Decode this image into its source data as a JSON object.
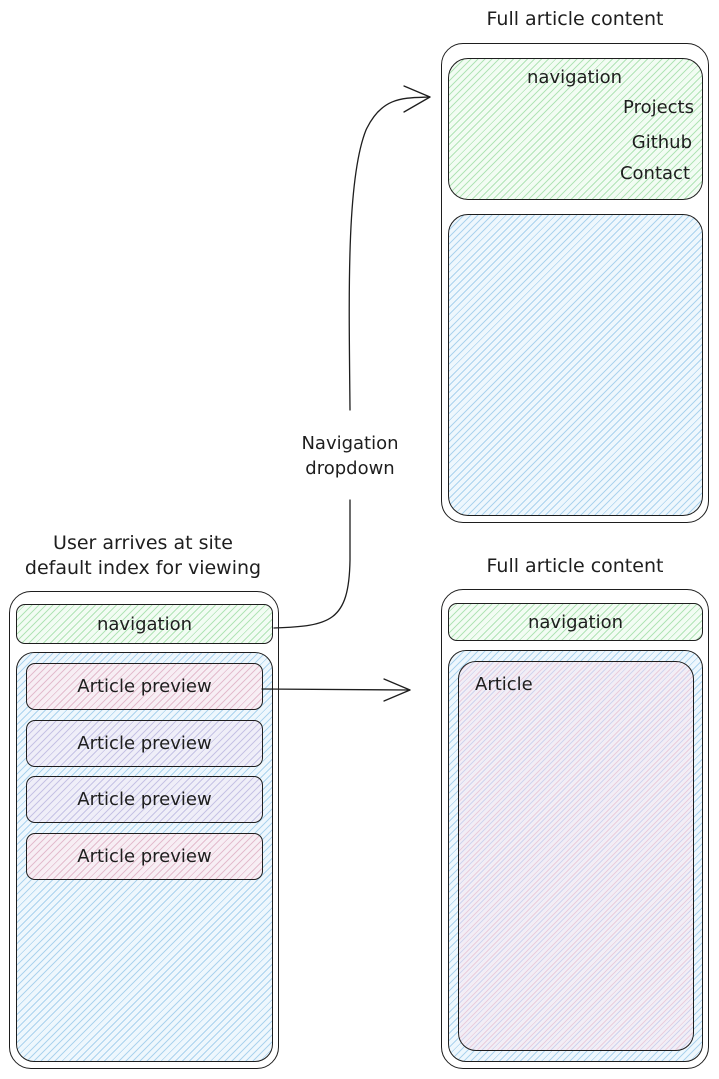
{
  "labels": {
    "top_heading": "Full article content",
    "bottom_heading": "Full article content",
    "left_heading_line1": "User arrives at site",
    "left_heading_line2": "default index for viewing",
    "arrow_label_line1": "Navigation",
    "arrow_label_line2": "dropdown"
  },
  "left_screen": {
    "nav_label": "navigation",
    "previews": [
      "Article preview",
      "Article preview",
      "Article preview",
      "Article preview"
    ]
  },
  "top_screen": {
    "nav_label": "navigation",
    "menu_items": [
      "Projects",
      "Github",
      "Contact"
    ]
  },
  "bottom_screen": {
    "nav_label": "navigation",
    "article_label": "Article"
  },
  "colors": {
    "stroke": "#1e1e1e",
    "nav_fill": "#b2f2bb",
    "content_fill": "#a5d8ff",
    "preview_pink": "#eebefa",
    "preview_violet": "#d0bfff"
  }
}
